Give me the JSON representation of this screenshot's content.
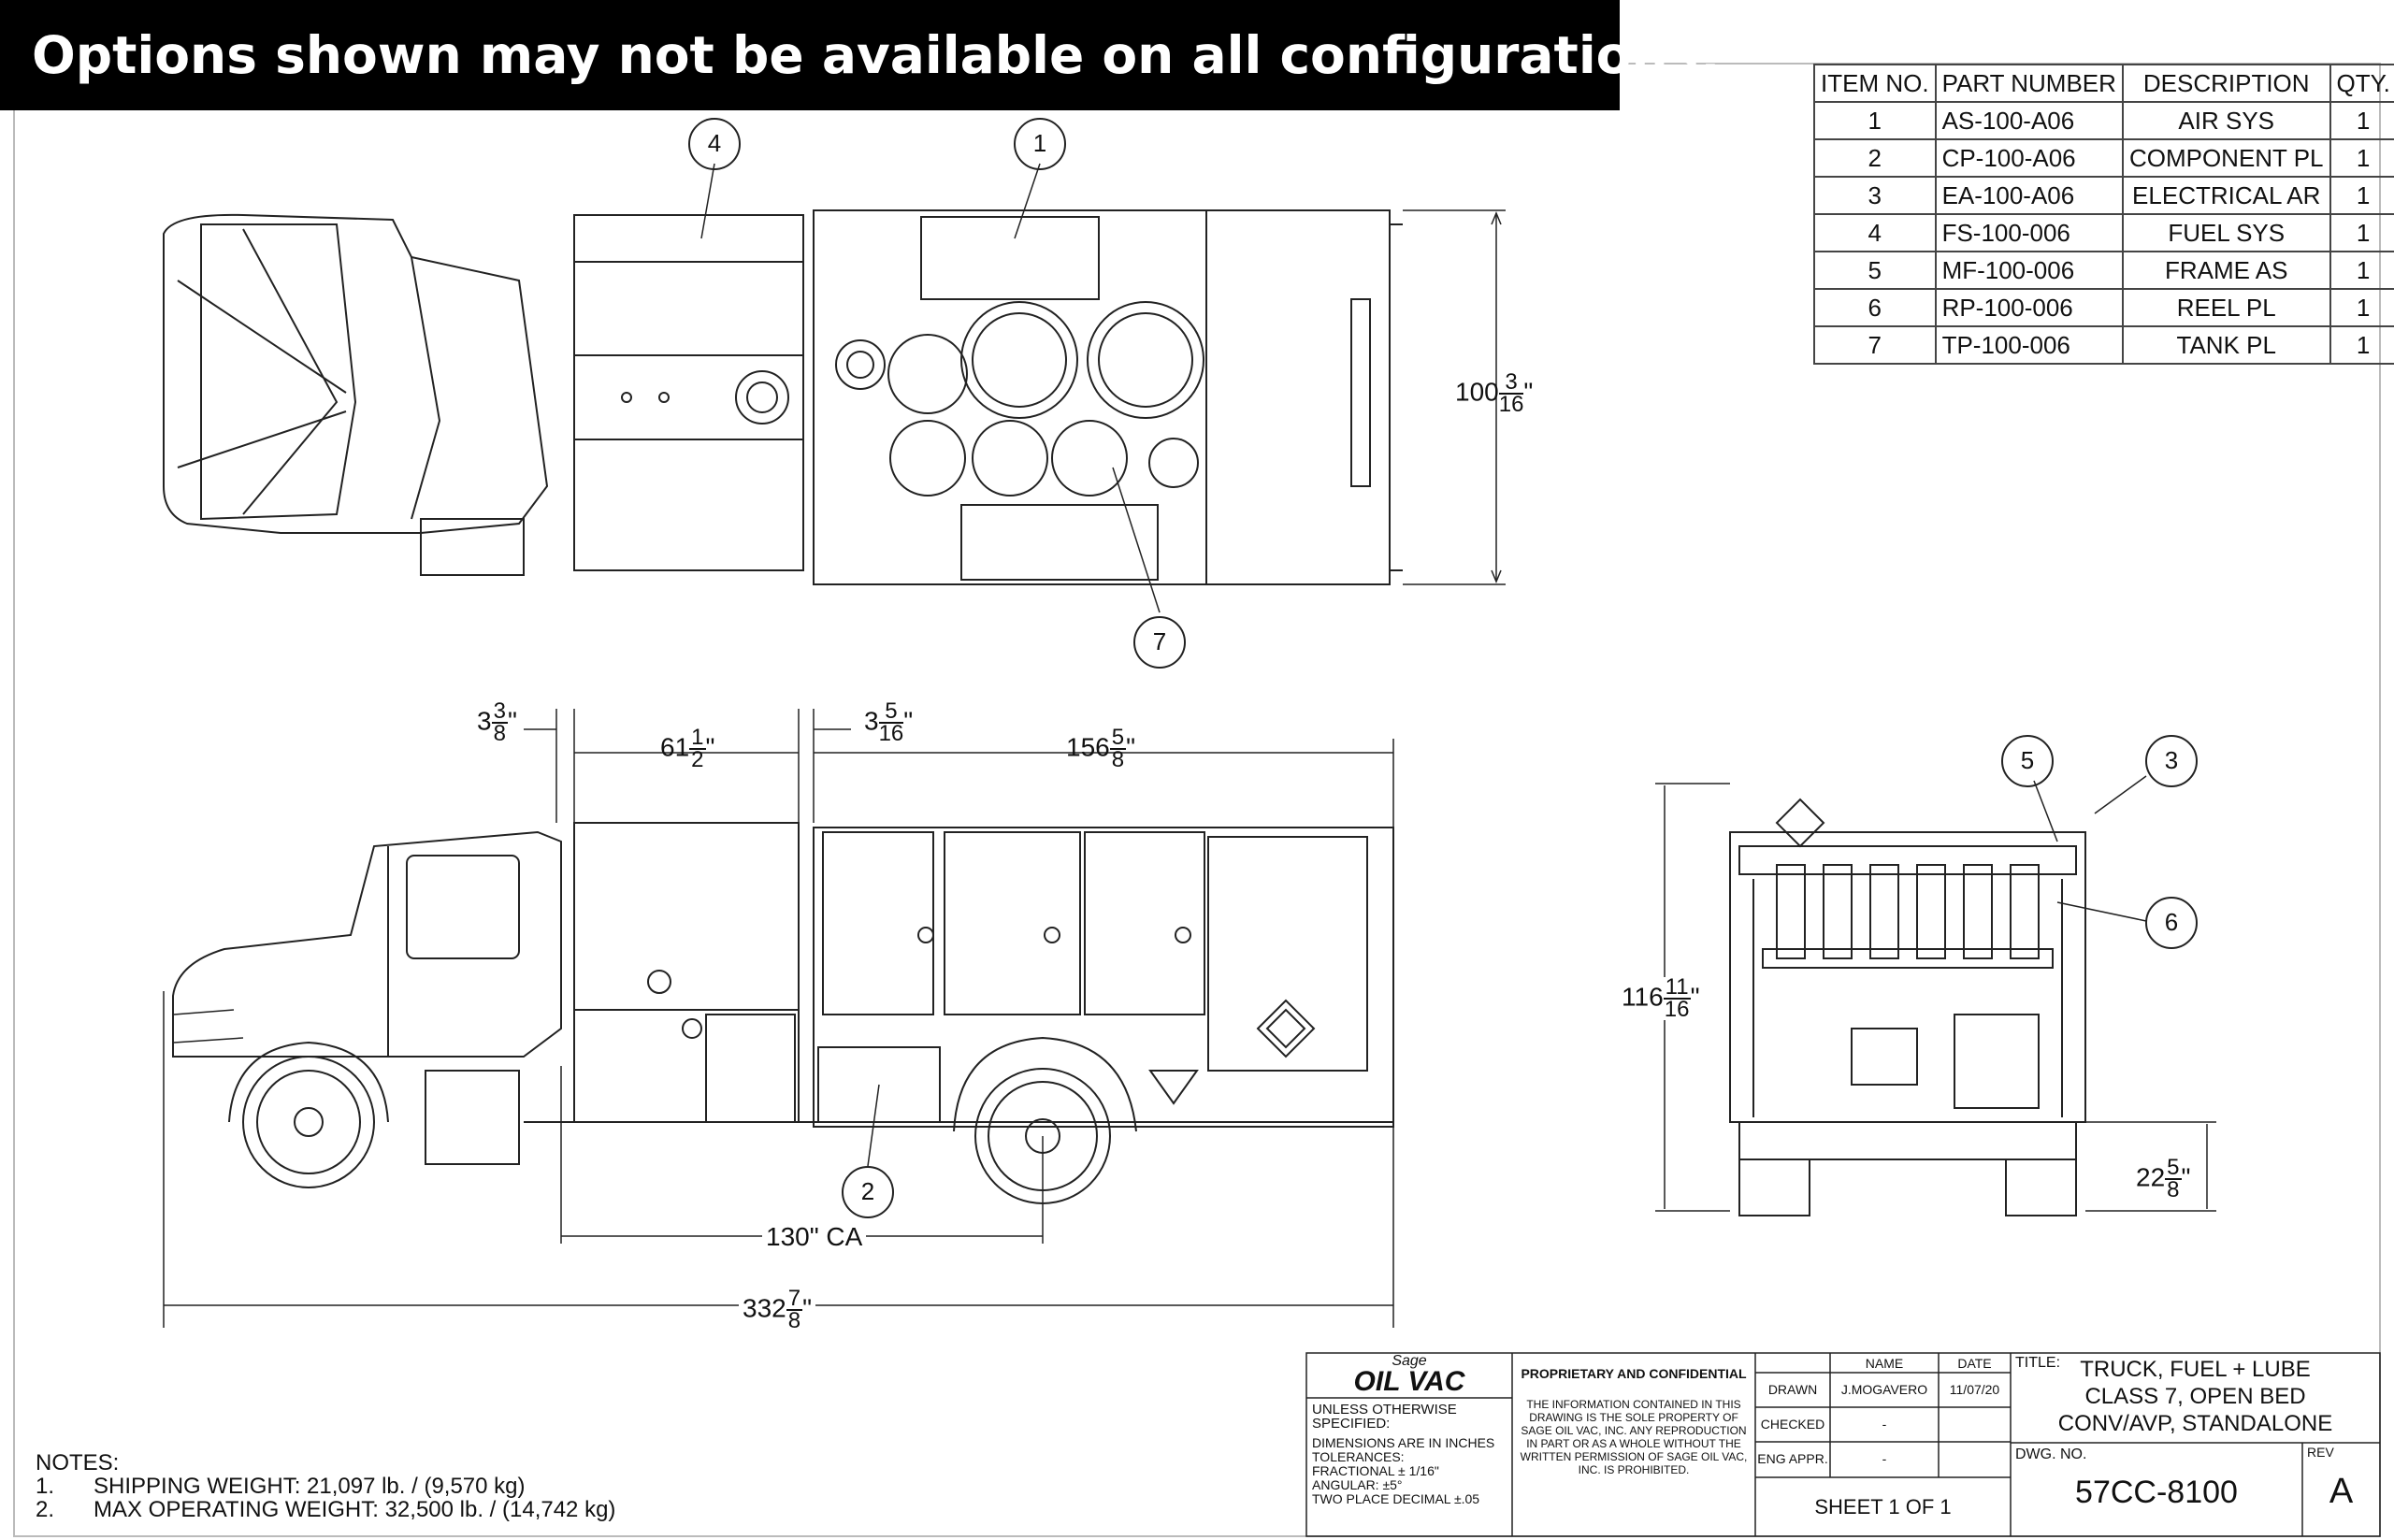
{
  "banner": {
    "text": "Options shown may not be available on all configurations!"
  },
  "bom": {
    "headers": [
      "ITEM NO.",
      "PART NUMBER",
      "DESCRIPTION",
      "QTY."
    ],
    "rows": [
      [
        "1",
        "AS-100-A06",
        "AIR SYS",
        "1"
      ],
      [
        "2",
        "CP-100-A06",
        "COMPONENT PL",
        "1"
      ],
      [
        "3",
        "EA-100-A06",
        "ELECTRICAL AR",
        "1"
      ],
      [
        "4",
        "FS-100-006",
        "FUEL SYS",
        "1"
      ],
      [
        "5",
        "MF-100-006",
        "FRAME AS",
        "1"
      ],
      [
        "6",
        "RP-100-006",
        "REEL PL",
        "1"
      ],
      [
        "7",
        "TP-100-006",
        "TANK PL",
        "1"
      ]
    ]
  },
  "balloons": {
    "b1": "1",
    "b2": "2",
    "b3": "3",
    "b4": "4",
    "b5": "5",
    "b6": "6",
    "b7": "7"
  },
  "dimensions": {
    "top_width_whole": "100",
    "top_width_num": "3",
    "top_width_den": "16",
    "d1_whole": "3",
    "d1_num": "3",
    "d1_den": "8",
    "d2_whole": "61",
    "d2_num": "1",
    "d2_den": "2",
    "d3_whole": "3",
    "d3_num": "5",
    "d3_den": "16",
    "d4_whole": "156",
    "d4_num": "5",
    "d4_den": "8",
    "ca": "130\" CA",
    "overall_whole": "332",
    "overall_num": "7",
    "overall_den": "8",
    "height_whole": "116",
    "height_num": "11",
    "height_den": "16",
    "ground_whole": "22",
    "ground_num": "5",
    "ground_den": "8",
    "inch": "\""
  },
  "notes": {
    "title": "NOTES:",
    "items": [
      {
        "num": "1.",
        "text": "SHIPPING WEIGHT: 21,097 lb. / (9,570 kg)"
      },
      {
        "num": "2.",
        "text": "MAX OPERATING WEIGHT: 32,500 lb. / (14,742 kg)"
      }
    ]
  },
  "title_block": {
    "logo_top": "Sage",
    "logo_main": "OIL VAC",
    "unless": "UNLESS OTHERWISE SPECIFIED:",
    "dims_in": "DIMENSIONS ARE IN INCHES",
    "tolerances": "TOLERANCES:",
    "fractional": "FRACTIONAL ± 1/16\"",
    "angular": "ANGULAR: ±5°",
    "two_place": "TWO PLACE DECIMAL ±.05",
    "prop_title": "PROPRIETARY AND CONFIDENTIAL",
    "prop_text": "THE INFORMATION CONTAINED IN THIS DRAWING IS THE SOLE PROPERTY OF SAGE OIL VAC, INC. ANY REPRODUCTION IN PART OR AS A WHOLE WITHOUT THE WRITTEN PERMISSION OF SAGE OIL VAC, INC. IS PROHIBITED.",
    "name_hdr": "NAME",
    "date_hdr": "DATE",
    "drawn": "DRAWN",
    "drawn_name": "J.MOGAVERO",
    "drawn_date": "11/07/20",
    "checked": "CHECKED",
    "checked_name": "-",
    "eng_appr": "ENG APPR.",
    "eng_name": "-",
    "sheet": "SHEET 1 OF 1",
    "title_label": "TITLE:",
    "title_l1": "TRUCK, FUEL + LUBE",
    "title_l2": "CLASS 7, OPEN BED",
    "title_l3": "CONV/AVP, STANDALONE",
    "dwg_label": "DWG. NO.",
    "dwg_no": "57CC-8100",
    "rev_label": "REV",
    "rev": "A"
  }
}
